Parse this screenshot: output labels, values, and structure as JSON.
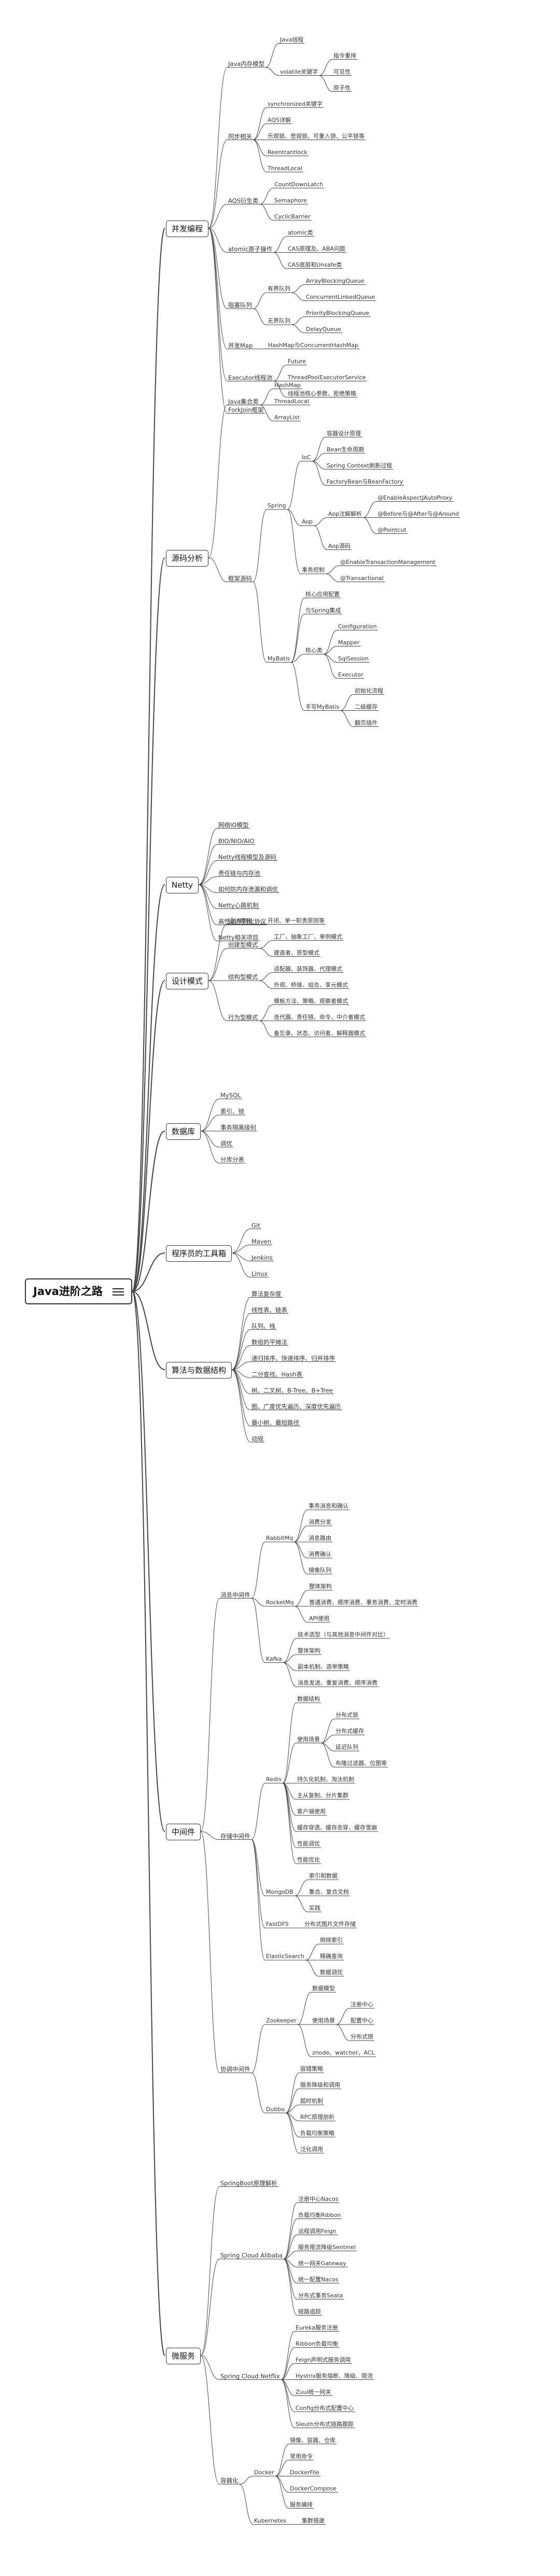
{
  "title": "Java进阶之路",
  "colors": {
    "line": "#444444",
    "text": "#333333"
  },
  "tree": [
    {
      "label": "并发编程",
      "children": [
        {
          "label": "Java内存模型",
          "children": [
            {
              "label": "Java线程"
            },
            {
              "label": "volatile关键字",
              "children": [
                {
                  "label": "指令重排"
                },
                {
                  "label": "可见性"
                },
                {
                  "label": "原子性"
                }
              ]
            }
          ]
        },
        {
          "label": "同步相关",
          "children": [
            {
              "label": "synchronized关键字"
            },
            {
              "label": "AQS详解"
            },
            {
              "label": "乐观锁、悲观锁、可重入锁、公平锁等"
            },
            {
              "label": "Reentrantlock"
            },
            {
              "label": "ThreadLocal"
            }
          ]
        },
        {
          "label": "AQS衍生类",
          "children": [
            {
              "label": "CountDownLatch"
            },
            {
              "label": "Semaphore"
            },
            {
              "label": "CyclicBarrier"
            }
          ]
        },
        {
          "label": "atomic原子操作",
          "children": [
            {
              "label": "atomic类"
            },
            {
              "label": "CAS原理及、ABA问题"
            },
            {
              "label": "CAS底层和Unsafe类"
            }
          ]
        },
        {
          "label": "阻塞队列",
          "children": [
            {
              "label": "有界队列",
              "children": [
                {
                  "label": "ArrayBlockingQueue"
                },
                {
                  "label": "ConcurrentLinkedQueue"
                }
              ]
            },
            {
              "label": "无界队列",
              "children": [
                {
                  "label": "PriorityBlockingQueue"
                },
                {
                  "label": "DelayQueue"
                }
              ]
            }
          ]
        },
        {
          "label": "并发Map",
          "children": [
            {
              "label": "HashMap与ConcurrentHashMap"
            }
          ]
        },
        {
          "label": "Executor线程池",
          "children": [
            {
              "label": "Future"
            },
            {
              "label": "ThreadPoolExecutorService"
            },
            {
              "label": "线程池核心参数、拒绝策略"
            }
          ]
        },
        {
          "label": "ForkJoin框架"
        }
      ]
    },
    {
      "label": "源码分析",
      "children": [
        {
          "label": "Java集合类",
          "children": [
            {
              "label": "HashMap"
            },
            {
              "label": "ThreadLocal"
            },
            {
              "label": "ArrayList"
            }
          ]
        },
        {
          "label": "框架源码",
          "children": [
            {
              "label": "Spring",
              "children": [
                {
                  "label": "IoC",
                  "children": [
                    {
                      "label": "容器设计原理"
                    },
                    {
                      "label": "Bean生命周期"
                    },
                    {
                      "label": "Spring Context刷新过程"
                    },
                    {
                      "label": "FactoryBean与BeanFactory"
                    }
                  ]
                },
                {
                  "label": "Aop",
                  "children": [
                    {
                      "label": "Aop注解解析",
                      "children": [
                        {
                          "label": "@EnableAspectJAutoProxy"
                        },
                        {
                          "label": "@Before与@After与@Around"
                        },
                        {
                          "label": "@Pointcut"
                        }
                      ]
                    },
                    {
                      "label": "Aop源码"
                    }
                  ]
                },
                {
                  "label": "事务控制",
                  "children": [
                    {
                      "label": "@EnableTransactionManagement"
                    },
                    {
                      "label": "@Transactional"
                    }
                  ]
                }
              ]
            },
            {
              "label": "MyBatis",
              "children": [
                {
                  "label": "核心应用配置"
                },
                {
                  "label": "与Spring集成"
                },
                {
                  "label": "核心类",
                  "children": [
                    {
                      "label": "Configuration"
                    },
                    {
                      "label": "Mapper"
                    },
                    {
                      "label": "SqlSession"
                    },
                    {
                      "label": "Executor"
                    }
                  ]
                },
                {
                  "label": "手写MyBatis",
                  "children": [
                    {
                      "label": "初始化流程"
                    },
                    {
                      "label": "二级缓存"
                    },
                    {
                      "label": "翻页插件"
                    }
                  ]
                }
              ]
            }
          ]
        }
      ]
    },
    {
      "label": "Netty",
      "children": [
        {
          "label": "网络IO模型"
        },
        {
          "label": "BIO/NIO/AIO"
        },
        {
          "label": "Netty线程模型及源码"
        },
        {
          "label": "责任链与内存池"
        },
        {
          "label": "如何防内存泄漏和调优"
        },
        {
          "label": "Netty心跳机制"
        },
        {
          "label": "高性能序列化协议"
        },
        {
          "label": "Netty相关项目"
        }
      ]
    },
    {
      "label": "设计模式",
      "children": [
        {
          "label": "设计原则",
          "children": [
            {
              "label": "开闭、单一职责原则等"
            }
          ]
        },
        {
          "label": "创建型模式",
          "children": [
            {
              "label": "工厂、抽象工厂、单例模式"
            },
            {
              "label": "建造者、原型模式"
            }
          ]
        },
        {
          "label": "结构型模式",
          "children": [
            {
              "label": "适配器、装饰器、代理模式"
            },
            {
              "label": "外观、桥接、组合、享元模式"
            }
          ]
        },
        {
          "label": "行为型模式",
          "children": [
            {
              "label": "模板方法、策略、观察者模式"
            },
            {
              "label": "迭代器、责任链、命令、中介者模式"
            },
            {
              "label": "备忘录、状态、访问者、解释器模式"
            }
          ]
        }
      ]
    },
    {
      "label": "数据库",
      "children": [
        {
          "label": "MySQL"
        },
        {
          "label": "索引、锁"
        },
        {
          "label": "事务隔离级别"
        },
        {
          "label": "调优"
        },
        {
          "label": "分库分表"
        }
      ]
    },
    {
      "label": "程序员的工具箱",
      "children": [
        {
          "label": "Git"
        },
        {
          "label": "Maven"
        },
        {
          "label": "Jenkins"
        },
        {
          "label": "Linux"
        }
      ]
    },
    {
      "label": "算法与数据结构",
      "children": [
        {
          "label": "算法复杂度"
        },
        {
          "label": "线性表、链表"
        },
        {
          "label": "队列、栈"
        },
        {
          "label": "数组的平摊法"
        },
        {
          "label": "递归排序、快速排序、归并排序"
        },
        {
          "label": "二分查找、Hash表"
        },
        {
          "label": "树、二叉树、B-Tree、B+Tree"
        },
        {
          "label": "图、广度优先遍历、深度优先遍历"
        },
        {
          "label": "最小树、最短路径"
        },
        {
          "label": "动规"
        }
      ]
    },
    {
      "label": "中间件",
      "children": [
        {
          "label": "消息中间件",
          "children": [
            {
              "label": "RabbitMq",
              "children": [
                {
                  "label": "事务消息和确认"
                },
                {
                  "label": "消费分发"
                },
                {
                  "label": "消息路由"
                },
                {
                  "label": "消费确认"
                },
                {
                  "label": "镜像队列"
                }
              ]
            },
            {
              "label": "RocketMq",
              "children": [
                {
                  "label": "整体架构"
                },
                {
                  "label": "普通消费、顺序消费、事务消费、定时消费"
                },
                {
                  "label": "API使用"
                }
              ]
            },
            {
              "label": "Kafka",
              "children": [
                {
                  "label": "技术选型（与其他消息中间件对比）"
                },
                {
                  "label": "整体架构"
                },
                {
                  "label": "副本机制、选举策略"
                },
                {
                  "label": "消息发送、重复消费、顺序消费"
                }
              ]
            }
          ]
        },
        {
          "label": "存储中间件",
          "children": [
            {
              "label": "Redis",
              "children": [
                {
                  "label": "数据结构"
                },
                {
                  "label": "使用场景",
                  "children": [
                    {
                      "label": "分布式锁"
                    },
                    {
                      "label": "分布式缓存"
                    },
                    {
                      "label": "延迟队列"
                    },
                    {
                      "label": "布隆过滤器、位图等"
                    }
                  ]
                },
                {
                  "label": "持久化机制、淘汰机制"
                },
                {
                  "label": "主从复制、分片集群"
                },
                {
                  "label": "客户端使用"
                },
                {
                  "label": "缓存穿透、缓存击穿、缓存雪崩"
                },
                {
                  "label": "性能调优"
                },
                {
                  "label": "性能优化"
                }
              ]
            },
            {
              "label": "MongoDB",
              "children": [
                {
                  "label": "索引和数据"
                },
                {
                  "label": "集合、复合文档"
                },
                {
                  "label": "实践"
                }
              ]
            },
            {
              "label": "FastDFS",
              "children": [
                {
                  "label": "分布式图片文件存储"
                }
              ]
            },
            {
              "label": "ElasticSearch",
              "children": [
                {
                  "label": "倒排索引"
                },
                {
                  "label": "精确查询"
                },
                {
                  "label": "数据调优"
                }
              ]
            }
          ]
        },
        {
          "label": "协调中间件",
          "children": [
            {
              "label": "Zookeeper",
              "children": [
                {
                  "label": "数据模型"
                },
                {
                  "label": "使用场景",
                  "children": [
                    {
                      "label": "注册中心"
                    },
                    {
                      "label": "配置中心"
                    },
                    {
                      "label": "分布式锁"
                    }
                  ]
                },
                {
                  "label": "znode、watcher、ACL"
                }
              ]
            },
            {
              "label": "Dubbo",
              "children": [
                {
                  "label": "容错策略"
                },
                {
                  "label": "服务降级和调用"
                },
                {
                  "label": "超时机制"
                },
                {
                  "label": "RPC原理剖析"
                },
                {
                  "label": "负载均衡策略"
                },
                {
                  "label": "泛化调用"
                }
              ]
            }
          ]
        }
      ]
    },
    {
      "label": "微服务",
      "children": [
        {
          "label": "SpringBoot原理解析"
        },
        {
          "label": "Spring Cloud Alibaba",
          "children": [
            {
              "label": "注册中心Nacos"
            },
            {
              "label": "负载均衡Ribbon"
            },
            {
              "label": "远程调用Feign"
            },
            {
              "label": "服务限流降级Sentinel"
            },
            {
              "label": "统一网关Gateway"
            },
            {
              "label": "统一配置Nacos"
            },
            {
              "label": "分布式事务Seata"
            },
            {
              "label": "链路追踪"
            }
          ]
        },
        {
          "label": "Spring Cloud Netflix",
          "children": [
            {
              "label": "Eureka服务注册"
            },
            {
              "label": "Ribbon负载均衡"
            },
            {
              "label": "Feign声明式服务调用"
            },
            {
              "label": "Hystrix服务熔断、降级、限流"
            },
            {
              "label": "Zuul统一网关"
            },
            {
              "label": "Config分布式配置中心"
            },
            {
              "label": "Sleuth分布式链路跟踪"
            }
          ]
        },
        {
          "label": "容器化",
          "children": [
            {
              "label": "Docker",
              "children": [
                {
                  "label": "镜像、容器、仓库"
                },
                {
                  "label": "常用命令"
                },
                {
                  "label": "DockerFile"
                },
                {
                  "label": "DockerCompose"
                },
                {
                  "label": "服务编排"
                }
              ]
            },
            {
              "label": "Kubernetes",
              "children": [
                {
                  "label": "集群搭建"
                }
              ]
            }
          ]
        }
      ]
    }
  ]
}
